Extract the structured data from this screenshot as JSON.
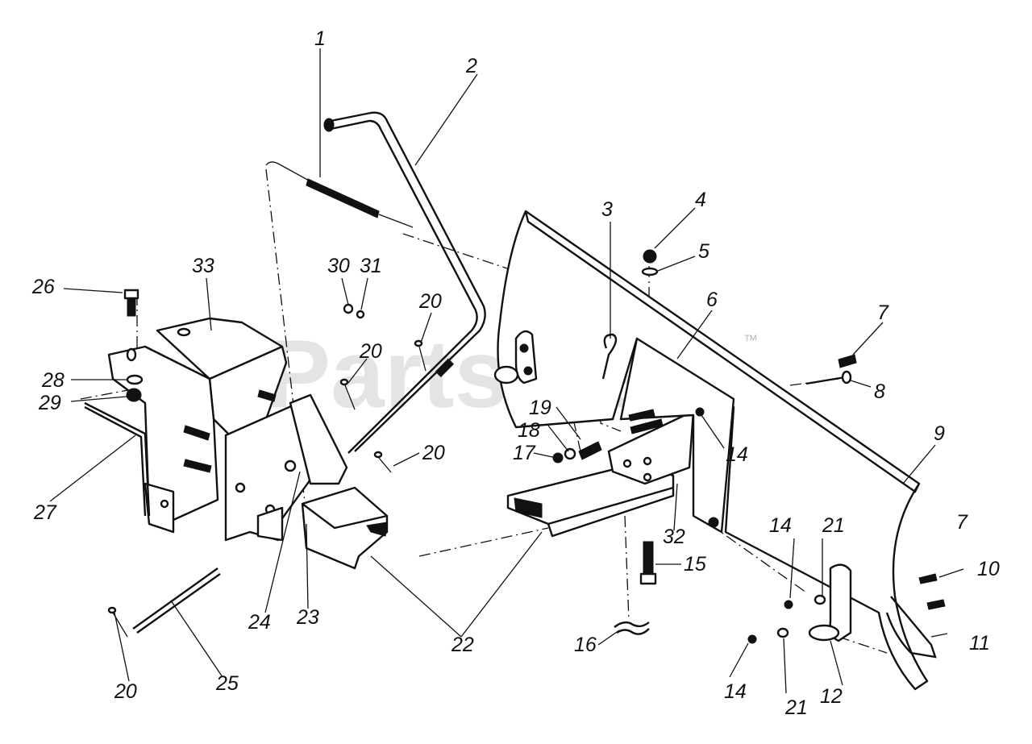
{
  "watermark": "PartsTree",
  "trademark": "™",
  "callouts": [
    {
      "id": "c1",
      "text": "1"
    },
    {
      "id": "c2",
      "text": "2"
    },
    {
      "id": "c3",
      "text": "3"
    },
    {
      "id": "c4",
      "text": "4"
    },
    {
      "id": "c5",
      "text": "5"
    },
    {
      "id": "c6",
      "text": "6"
    },
    {
      "id": "c7a",
      "text": "7"
    },
    {
      "id": "c8",
      "text": "8"
    },
    {
      "id": "c9",
      "text": "9"
    },
    {
      "id": "c7b",
      "text": "7"
    },
    {
      "id": "c10",
      "text": "10"
    },
    {
      "id": "c11",
      "text": "11"
    },
    {
      "id": "c12",
      "text": "12"
    },
    {
      "id": "c14a",
      "text": "14"
    },
    {
      "id": "c14b",
      "text": "14"
    },
    {
      "id": "c14c",
      "text": "14"
    },
    {
      "id": "c15",
      "text": "15"
    },
    {
      "id": "c16",
      "text": "16"
    },
    {
      "id": "c17",
      "text": "17"
    },
    {
      "id": "c18",
      "text": "18"
    },
    {
      "id": "c19",
      "text": "19"
    },
    {
      "id": "c20a",
      "text": "20"
    },
    {
      "id": "c20b",
      "text": "20"
    },
    {
      "id": "c20c",
      "text": "20"
    },
    {
      "id": "c20d",
      "text": "20"
    },
    {
      "id": "c21a",
      "text": "21"
    },
    {
      "id": "c21b",
      "text": "21"
    },
    {
      "id": "c22",
      "text": "22"
    },
    {
      "id": "c23",
      "text": "23"
    },
    {
      "id": "c24",
      "text": "24"
    },
    {
      "id": "c25",
      "text": "25"
    },
    {
      "id": "c26",
      "text": "26"
    },
    {
      "id": "c27",
      "text": "27"
    },
    {
      "id": "c28",
      "text": "28"
    },
    {
      "id": "c29",
      "text": "29"
    },
    {
      "id": "c30",
      "text": "30"
    },
    {
      "id": "c31",
      "text": "31"
    },
    {
      "id": "c32",
      "text": "32"
    },
    {
      "id": "c33",
      "text": "33"
    }
  ]
}
